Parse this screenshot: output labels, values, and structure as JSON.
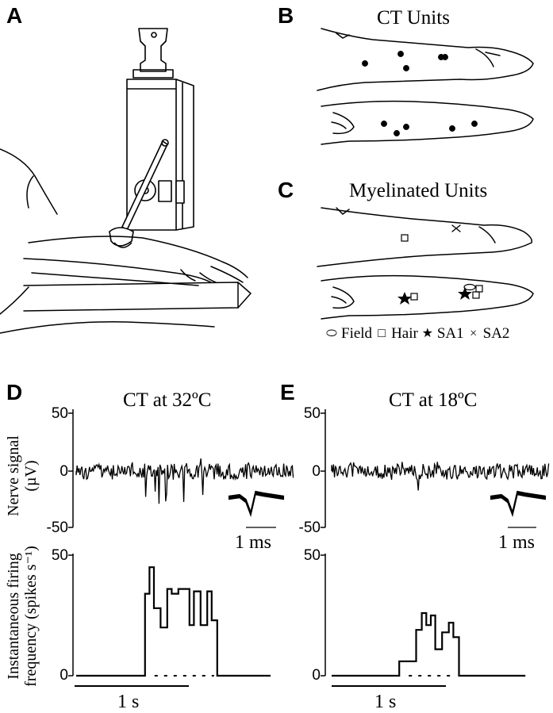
{
  "panels": {
    "a": {
      "label": "A"
    },
    "b": {
      "label": "B",
      "title": "CT Units"
    },
    "c": {
      "label": "C",
      "title": "Myelinated Units",
      "legend": [
        {
          "icon": "ellipse-icon",
          "glyph": "⬭",
          "label": "Field"
        },
        {
          "icon": "square-icon",
          "glyph": "□",
          "label": "Hair"
        },
        {
          "icon": "star-icon",
          "glyph": "★",
          "label": "SA1"
        },
        {
          "icon": "cross-icon",
          "glyph": "×",
          "label": "SA2"
        }
      ]
    },
    "d": {
      "label": "D",
      "title": "CT at 32ºC",
      "scale_ms": "1 ms",
      "scale_s": "1 s"
    },
    "e": {
      "label": "E",
      "title": "CT at 18ºC",
      "scale_ms": "1 ms",
      "scale_s": "1 s"
    }
  },
  "axes": {
    "nerve_ylabel_line1": "Nerve signal",
    "nerve_ylabel_line2": "(µV)",
    "freq_ylabel_line1": "Instantaneous firing",
    "freq_ylabel_line2": "frequency (spikes s⁻¹)",
    "nerve_ticks": [
      "50",
      "0",
      "-50"
    ],
    "freq_ticks": [
      "50",
      "0"
    ]
  },
  "chart_data": [
    {
      "type": "line",
      "panel": "D",
      "title": "CT at 32ºC",
      "ylabel": "Instantaneous firing frequency (spikes s-1)",
      "ylim": [
        0,
        50
      ],
      "x": [
        0,
        0.62,
        0.62,
        0.66,
        0.66,
        0.7,
        0.7,
        0.76,
        0.76,
        0.82,
        0.82,
        0.86,
        0.86,
        0.92,
        0.92,
        1.02,
        1.02,
        1.06,
        1.06,
        1.12,
        1.12,
        1.18,
        1.18,
        1.22,
        1.22,
        1.27,
        1.27,
        1.75
      ],
      "y": [
        0,
        0,
        34,
        34,
        45,
        45,
        28,
        28,
        20,
        20,
        36,
        36,
        34,
        34,
        36,
        36,
        21,
        21,
        35,
        35,
        21,
        21,
        35,
        35,
        23,
        23,
        0,
        0
      ]
    },
    {
      "type": "line",
      "panel": "E",
      "title": "CT at 18ºC",
      "ylabel": "Instantaneous firing frequency (spikes s-1)",
      "ylim": [
        0,
        50
      ],
      "x": [
        0,
        0.6,
        0.6,
        0.75,
        0.75,
        0.8,
        0.8,
        0.84,
        0.84,
        0.88,
        0.88,
        0.92,
        0.92,
        0.98,
        0.98,
        1.04,
        1.04,
        1.08,
        1.08,
        1.13,
        1.13,
        1.72
      ],
      "y": [
        0,
        0,
        6,
        6,
        19,
        19,
        26,
        26,
        21,
        21,
        25,
        25,
        11,
        11,
        18,
        18,
        22,
        22,
        16,
        16,
        0,
        0
      ]
    }
  ]
}
